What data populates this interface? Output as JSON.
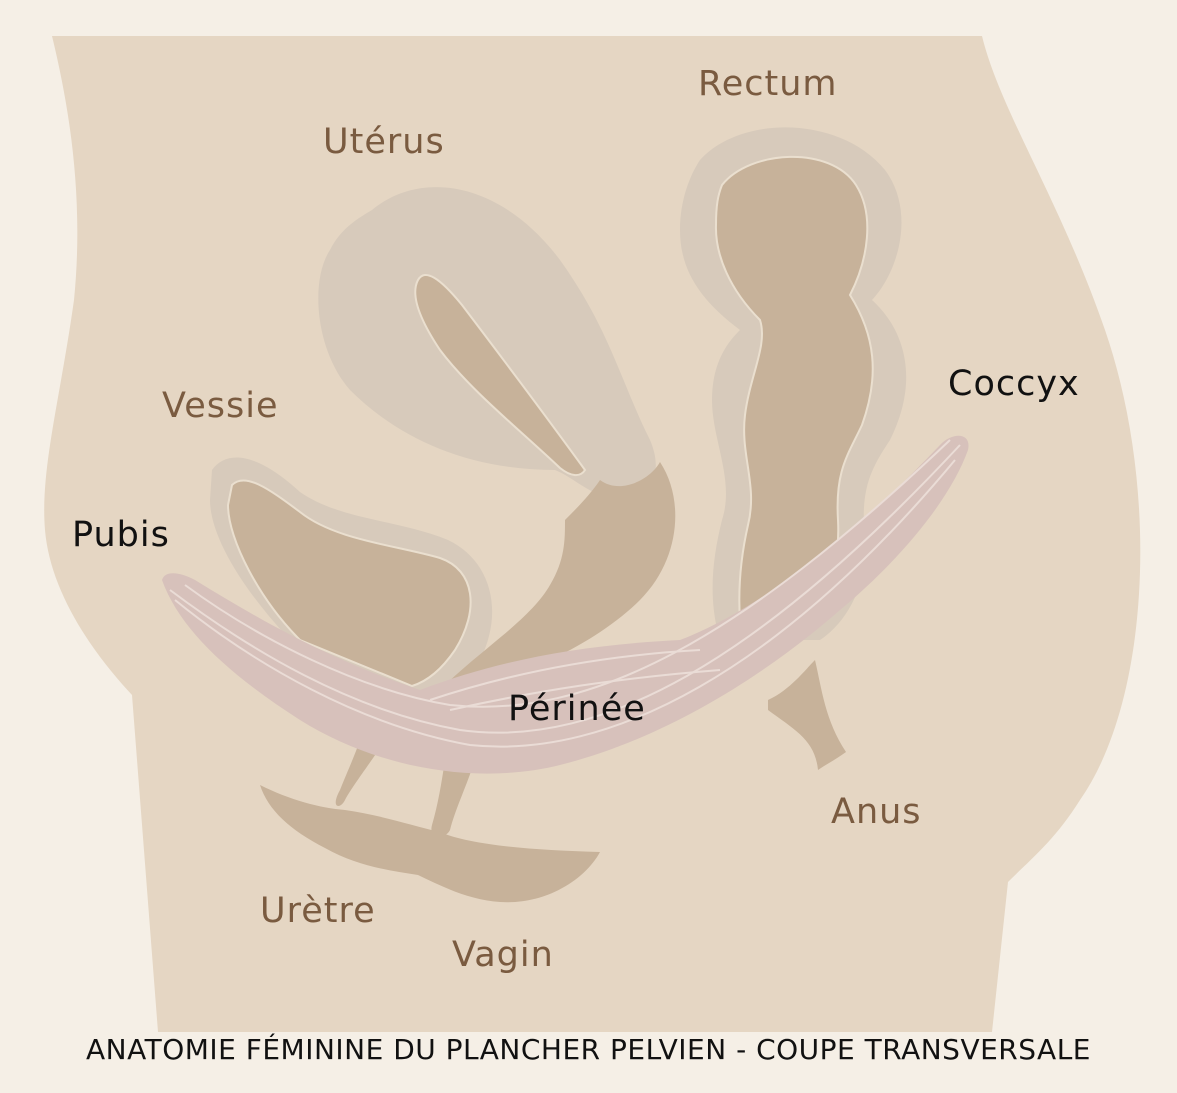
{
  "labels": {
    "rectum": "Rectum",
    "uterus": "Utérus",
    "vessie": "Vessie",
    "coccyx": "Coccyx",
    "pubis": "Pubis",
    "perinee": "Périnée",
    "anus": "Anus",
    "uretre": "Urètre",
    "vagin": "Vagin"
  },
  "caption": "ANATOMIE FÉMININE DU PLANCHER PELVIEN - COUPE TRANSVERSALE",
  "colors": {
    "background": "#f5efe6",
    "body": "#e5d6c3",
    "organ_outline": "#d7cabb",
    "organ": "#c7b29a",
    "muscle": "#d7c1bb",
    "muscle_lines": "#eadcd6",
    "label_brown": "#7a5b40",
    "label_black": "#111111"
  }
}
